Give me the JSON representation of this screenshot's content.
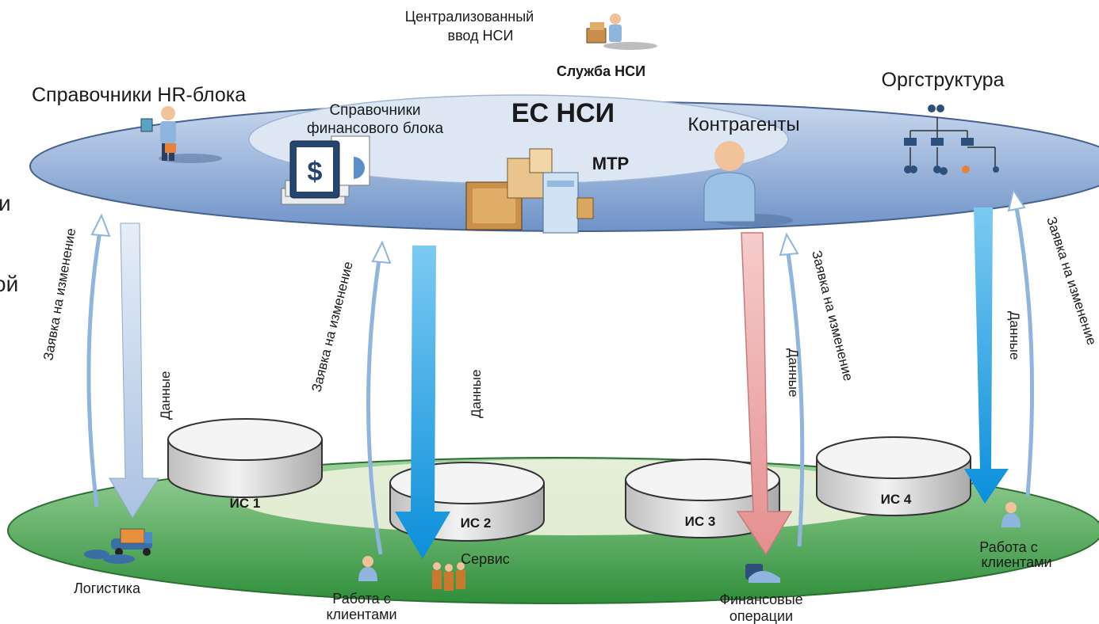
{
  "top_layer": {
    "title": "ЕС НСИ",
    "service": "Служба НСИ",
    "central_input": [
      "Централизованный",
      "ввод НСИ"
    ],
    "hr_dirs": "Справочники HR-блока",
    "fin_dirs": [
      "Справочники",
      "финансового блока"
    ],
    "mtr": "МТР",
    "counterparties": "Контрагенты",
    "org_structure": "Оргструктура"
  },
  "arrows": {
    "data": "Данные",
    "request": "Заявка на изменение"
  },
  "systems": [
    "ИС 1",
    "ИС 2",
    "ИС 3",
    "ИС 4"
  ],
  "bottom_layer": {
    "logistics": "Логистика",
    "clients_left": [
      "Работа с",
      "клиентами"
    ],
    "service": "Сервис",
    "finance_ops": [
      "Финансовые",
      "операции"
    ],
    "clients_right": [
      "Работа с",
      "клиентами"
    ]
  },
  "side_fragments": [
    "и",
    "ой"
  ],
  "colors": {
    "top_ellipse": "#9fb8dc",
    "inner_ellipse": "#dde7f3",
    "bottom_ellipse": "#58b05a",
    "inner_green": "#e9efd9",
    "arrow_light": "#c2d3ea",
    "arrow_blue": "#1aa3e8",
    "arrow_pink": "#f0a8a8",
    "request_arrow": "#8fb4de",
    "cylinder": "#d6d6d6"
  }
}
